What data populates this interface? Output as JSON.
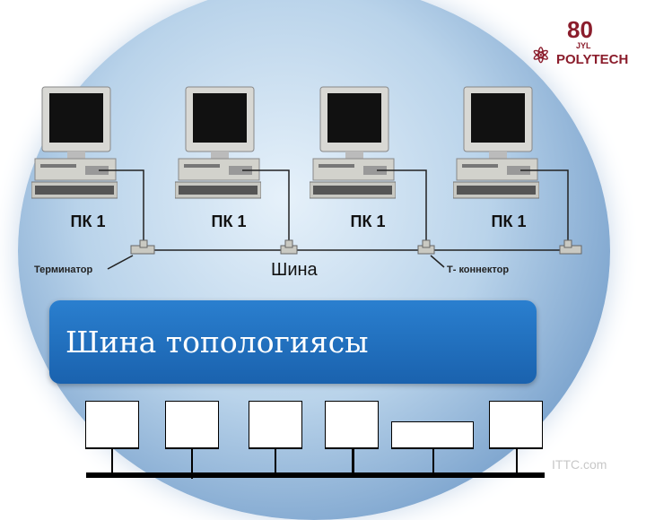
{
  "logo": {
    "number": "80",
    "sub": "JYL",
    "name": "POLYTECH"
  },
  "network": {
    "pc_labels": [
      "ПК 1",
      "ПК 1",
      "ПК 1",
      "ПК 1"
    ],
    "terminator": "Терминатор",
    "bus": "Шина",
    "t_connector": "Т- коннектор"
  },
  "title": "Шина топологиясы",
  "watermark": "ITTC.com",
  "colors": {
    "title_bg": "#1f6fbf",
    "logo": "#8b1d2c"
  }
}
